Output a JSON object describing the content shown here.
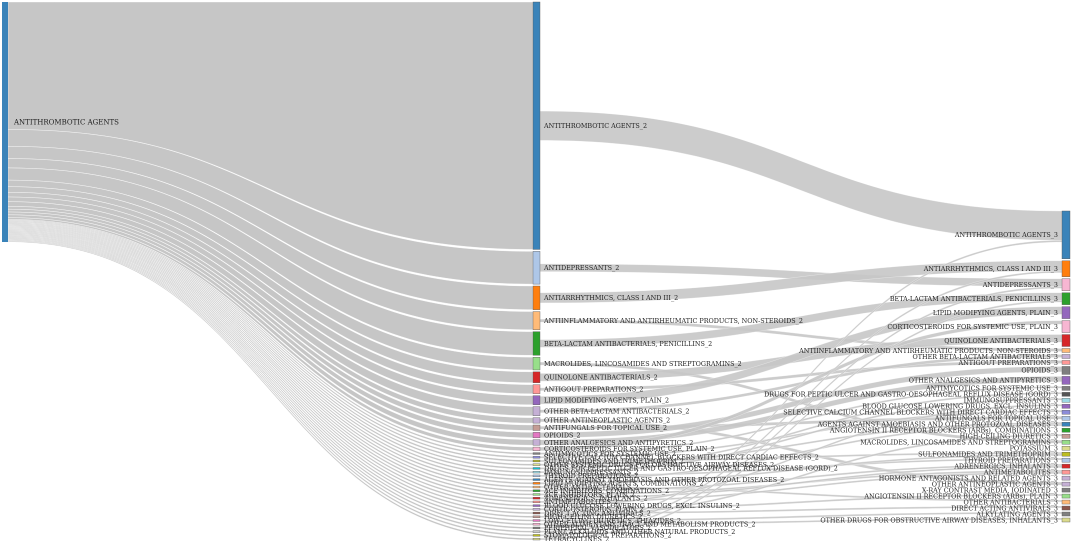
{
  "chart_data": {
    "type": "sankey",
    "source": {
      "label": "ANTITHROMBOTIC AGENTS",
      "color": "#3a83b9"
    },
    "level2": [
      {
        "label": "ANTITHROMBOTIC AGENTS_2",
        "value": 136,
        "color": "#3a83b9"
      },
      {
        "label": "ANTIDEPRESSANTS_2",
        "value": 18,
        "color": "#aec7e8"
      },
      {
        "label": "ANTIARRHYTHMICS, CLASS I AND III_2",
        "value": 13,
        "color": "#ff7f0e"
      },
      {
        "label": "ANTIINFLAMMATORY AND ANTIRHEUMATIC PRODUCTS, NON-STEROIDS_2",
        "value": 10,
        "color": "#ffbb78"
      },
      {
        "label": "BETA-LACTAM ANTIBACTERIALS, PENICILLINS_2",
        "value": 13,
        "color": "#2ca02c"
      },
      {
        "label": "MACROLIDES, LINCOSAMIDES AND STREPTOGRAMINS_2",
        "value": 7,
        "color": "#98df8a"
      },
      {
        "label": "QUINOLONE ANTIBACTERIALS_2",
        "value": 6,
        "color": "#d62728"
      },
      {
        "label": "ANTIGOUT PREPARATIONS_2",
        "value": 5,
        "color": "#ff9896"
      },
      {
        "label": "LIPID MODIFYING AGENTS, PLAIN_2",
        "value": 5,
        "color": "#9467bd"
      },
      {
        "label": "OTHER BETA-LACTAM ANTIBACTERIALS_2",
        "value": 5,
        "color": "#c5b0d5"
      },
      {
        "label": "OTHER ANTINEOPLASTIC AGENTS_2",
        "value": 3,
        "color": "#c5b0d5"
      },
      {
        "label": "ANTIFUNGALS FOR TOPICAL USE_2",
        "value": 3,
        "color": "#c49c94"
      },
      {
        "label": "OPIOIDS_2",
        "value": 3,
        "color": "#e377c2"
      },
      {
        "label": "OTHER ANALGESICS AND ANTIPYRETICS_2",
        "value": 3,
        "color": "#c5b0d5"
      },
      {
        "label": "CORTICOSTEROIDS FOR SYSTEMIC USE, PLAIN_2",
        "value": 2,
        "color": "#f7b6d2"
      },
      {
        "label": "ANTIMYCOTICS FOR SYSTEMIC USE_2",
        "value": 1,
        "color": "#7f7f7f"
      },
      {
        "label": "SELECTIVE CALCIUM CHANNEL BLOCKERS WITH DIRECT CARDIAC EFFECTS_2",
        "value": 1,
        "color": "#8c8cd9"
      },
      {
        "label": "SULFONAMIDES AND TRIMETHOPRIM_2",
        "value": 1,
        "color": "#bcbd22"
      },
      {
        "label": "OTHER SYSTEMIC DRUGS FOR OBSTRUCTIVE AIRWAY DISEASES_2",
        "value": 1,
        "color": "#dbdb8d"
      },
      {
        "label": "DRUGS FOR PEPTIC ULCER AND GASTRO-OESOPHAGEAL REFLUX DISEASE (GORD)_2",
        "value": 1,
        "color": "#17becf"
      },
      {
        "label": "IMMUNOSUPPRESSANTS_2",
        "value": 1,
        "color": "#9edae5"
      },
      {
        "label": "THYROID PREPARATIONS_2",
        "value": 1,
        "color": "#aec7e8"
      },
      {
        "label": "AGENTS AGAINST AMOEBIASIS AND OTHER PROTOZOAL DISEASES_2",
        "value": 1,
        "color": "#3a83b9"
      },
      {
        "label": "LIPID MODIFYING AGENTS, COMBINATIONS_2",
        "value": 1,
        "color": "#ff7f0e"
      },
      {
        "label": "OTHER ANTIBACTERIALS_2",
        "value": 1,
        "color": "#ffbb78"
      },
      {
        "label": "ACE INHIBITORS, COMBINATIONS_2",
        "value": 1,
        "color": "#2ca02c"
      },
      {
        "label": "ACE INHIBITORS, PLAIN_2",
        "value": 1,
        "color": "#98df8a"
      },
      {
        "label": "ADRENERGICS, INHALANTS_2",
        "value": 1,
        "color": "#d62728"
      },
      {
        "label": "ANTIMETABOLITES_2",
        "value": 1,
        "color": "#ff9896"
      },
      {
        "label": "BLOOD GLUCOSE LOWERING DRUGS, EXCL. INSULINS_2",
        "value": 1,
        "color": "#9467bd"
      },
      {
        "label": "CORTICOSTEROIDS, PLAIN_2",
        "value": 1,
        "color": "#c5b0d5"
      },
      {
        "label": "DIRECT ACTING ANTIVIRALS_2",
        "value": 1,
        "color": "#8c564b"
      },
      {
        "label": "HIGH-CEILING DIURETICS_2",
        "value": 1,
        "color": "#c49c94"
      },
      {
        "label": "LOW-CEILING DIURETICS, THIAZIDES_2",
        "value": 1,
        "color": "#e377c2"
      },
      {
        "label": "OTHER ALIMENTARY TRACT AND METABOLISM PRODUCTS_2",
        "value": 1,
        "color": "#f7b6d2"
      },
      {
        "label": "PERIPHERAL VASODILATORS_2",
        "value": 1,
        "color": "#7f7f7f"
      },
      {
        "label": "PLANT ALKALOIDS AND OTHER NATURAL PRODUCTS_2",
        "value": 1,
        "color": "#c7c7c7"
      },
      {
        "label": "STOMATOLOGICAL PREPARATIONS_2",
        "value": 1,
        "color": "#bcbd22"
      },
      {
        "label": "TETRACYCLINES_2",
        "value": 1,
        "color": "#dbdb8d"
      }
    ],
    "level3": [
      {
        "label": "ANTITHROMBOTIC AGENTS_3",
        "value": 12,
        "color": "#3a83b9"
      },
      {
        "label": "ANTIARRHYTHMICS, CLASS I AND III_3",
        "value": 4,
        "color": "#ff7f0e"
      },
      {
        "label": "ANTIDEPRESSANTS_3",
        "value": 3,
        "color": "#f7b6d2"
      },
      {
        "label": "BETA-LACTAM ANTIBACTERIALS, PENICILLINS_3",
        "value": 3,
        "color": "#2ca02c"
      },
      {
        "label": "LIPID MODIFYING AGENTS, PLAIN_3",
        "value": 3,
        "color": "#9467bd"
      },
      {
        "label": "CORTICOSTEROIDS FOR SYSTEMIC USE, PLAIN_3",
        "value": 3,
        "color": "#f7b6d2"
      },
      {
        "label": "QUINOLONE ANTIBACTERIALS_3",
        "value": 3,
        "color": "#d62728"
      },
      {
        "label": "ANTIINFLAMMATORY AND ANTIRHEUMATIC PRODUCTS, NON-STEROIDS_3",
        "value": 1,
        "color": "#ffbb78"
      },
      {
        "label": "OTHER BETA-LACTAM ANTIBACTERIALS_3",
        "value": 1,
        "color": "#c5b0d5"
      },
      {
        "label": "ANTIGOUT PREPARATIONS_3",
        "value": 1,
        "color": "#ff9896"
      },
      {
        "label": "OPIOIDS_3",
        "value": 2,
        "color": "#7f7f7f"
      },
      {
        "label": "OTHER ANALGESICS AND ANTIPYRETICS_3",
        "value": 2,
        "color": "#9467bd"
      },
      {
        "label": "ANTIMYCOTICS FOR SYSTEMIC USE_3",
        "value": 1,
        "color": "#7f7f7f"
      },
      {
        "label": "DRUGS FOR PEPTIC ULCER AND GASTRO-OESOPHAGEAL REFLUX DISEASE (GORD)_3",
        "value": 1,
        "color": "#555555"
      },
      {
        "label": "IMMUNOSUPPRESSANTS_3",
        "value": 1,
        "color": "#9edae5"
      },
      {
        "label": "BLOOD GLUCOSE LOWERING DRUGS, EXCL. INSULINS_3",
        "value": 1,
        "color": "#9467bd"
      },
      {
        "label": "SELECTIVE CALCIUM CHANNEL BLOCKERS WITH DIRECT CARDIAC EFFECTS_3",
        "value": 1,
        "color": "#8c8cd9"
      },
      {
        "label": "ANTIFUNGALS FOR TOPICAL USE_3",
        "value": 1,
        "color": "#aec7e8"
      },
      {
        "label": "AGENTS AGAINST AMOEBIASIS AND OTHER PROTOZOAL DISEASES_3",
        "value": 1,
        "color": "#3a83b9"
      },
      {
        "label": "ANGIOTENSIN II RECEPTOR BLOCKERS (ARBs), COMBINATIONS_3",
        "value": 1,
        "color": "#2ca02c"
      },
      {
        "label": "HIGH-CEILING DIURETICS_3",
        "value": 1,
        "color": "#c49c94"
      },
      {
        "label": "MACROLIDES, LINCOSAMIDES AND STREPTOGRAMINS_3",
        "value": 1,
        "color": "#98df8a"
      },
      {
        "label": "POTASSIUM_3",
        "value": 1,
        "color": "#dbdb8d"
      },
      {
        "label": "SULFONAMIDES AND TRIMETHOPRIM_3",
        "value": 1,
        "color": "#bcbd22"
      },
      {
        "label": "THYROID PREPARATIONS_3",
        "value": 1,
        "color": "#aec7e8"
      },
      {
        "label": "ADRENERGICS, INHALANTS_3",
        "value": 1,
        "color": "#d62728"
      },
      {
        "label": "ANTIMETABOLITES_3",
        "value": 1,
        "color": "#ff9896"
      },
      {
        "label": "HORMONE ANTAGONISTS AND RELATED AGENTS_3",
        "value": 1,
        "color": "#c5b0d5"
      },
      {
        "label": "OTHER ANTINEOPLASTIC AGENTS_3",
        "value": 1,
        "color": "#c5b0d5"
      },
      {
        "label": "X-RAY CONTRAST MEDIA, IODINATED_3",
        "value": 1,
        "color": "#7f7f7f"
      },
      {
        "label": "ANGIOTENSIN II RECEPTOR BLOCKERS (ARBs), PLAIN_3",
        "value": 1,
        "color": "#98df8a"
      },
      {
        "label": "OTHER ANTIBACTERIALS_3",
        "value": 1,
        "color": "#ffbb78"
      },
      {
        "label": "DIRECT ACTING ANTIVIRALS_3",
        "value": 1,
        "color": "#8c564b"
      },
      {
        "label": "ALKYLATING AGENTS_3",
        "value": 1,
        "color": "#7f7f7f"
      },
      {
        "label": "OTHER DRUGS FOR OBSTRUCTIVE AIRWAY DISEASES, INHALANTS_3",
        "value": 1,
        "color": "#dbdb8d"
      }
    ]
  }
}
